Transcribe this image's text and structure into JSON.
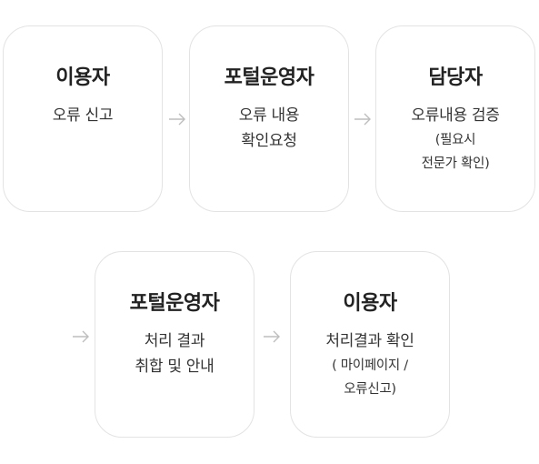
{
  "steps": [
    {
      "title": "이용자",
      "desc": [
        "오류 신고"
      ],
      "note": []
    },
    {
      "title": "포털운영자",
      "desc": [
        "오류 내용",
        "확인요청"
      ],
      "note": []
    },
    {
      "title": "담당자",
      "desc": [
        "오류내용 검증"
      ],
      "note": [
        "(필요시",
        "전문가 확인)"
      ]
    },
    {
      "title": "포털운영자",
      "desc": [
        "처리 결과",
        "취합 및 안내"
      ],
      "note": []
    },
    {
      "title": "이용자",
      "desc": [
        "처리결과 확인"
      ],
      "note": [
        "( 마이페이지 /",
        "오류신고)"
      ]
    }
  ],
  "icons": {
    "arrow": "arrow-right-icon"
  },
  "colors": {
    "box_border": "#e3e3e3",
    "arrow": "#bdbdbd",
    "title_text": "#222222"
  }
}
